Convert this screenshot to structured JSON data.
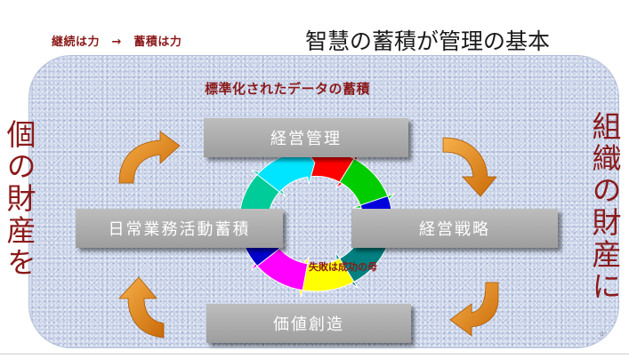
{
  "slogan": "継続は力　→　蓄積は力",
  "title": "智慧の蓄積が管理の基本",
  "panel_heading": "標準化されたデータの蓄積",
  "left_vertical": "個の財産を",
  "right_vertical": "組織の財産に",
  "boxes": {
    "top": "経営管理",
    "right": "経営戦略",
    "left": "日常業務活動蓄積",
    "bottom": "価値創造"
  },
  "cycle_caption": "失敗は成功の母",
  "page_number": "4",
  "colors": {
    "accent_text": "#8b1a1a",
    "box_fill": "#a8a8a8",
    "arrow_orange": "#e08a1e",
    "panel": "#c9d3e8",
    "cycle_segments": [
      "#ff0000",
      "#00cc00",
      "#0000dd",
      "#008080",
      "#ffff00",
      "#ff00ff",
      "#0000cc",
      "#00cc99",
      "#00e5ff"
    ]
  },
  "icons": [
    "curved-arrow-icon"
  ]
}
